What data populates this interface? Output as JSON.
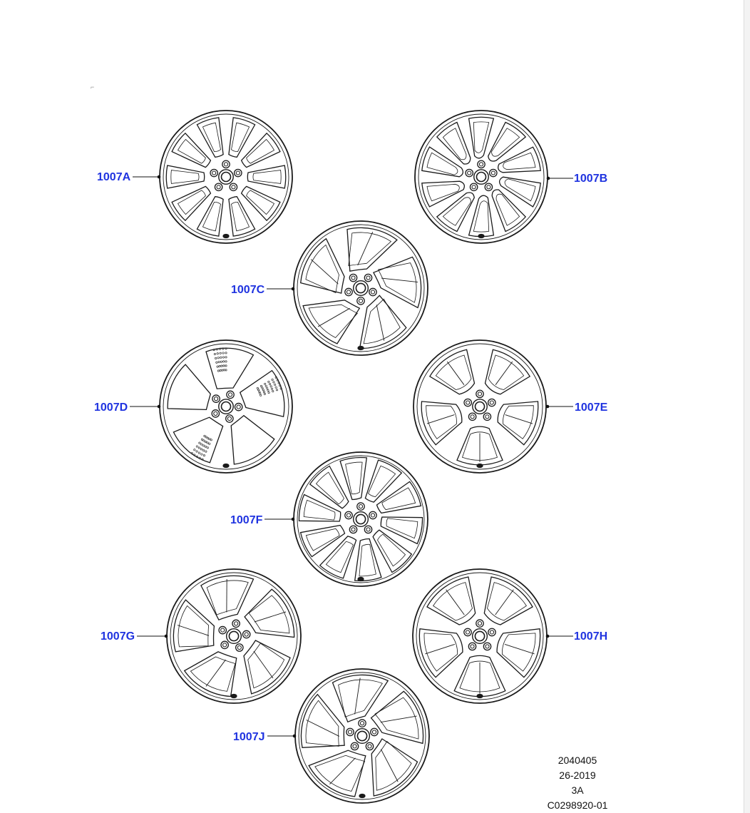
{
  "callouts": [
    {
      "id": "a",
      "label": "1007A"
    },
    {
      "id": "b",
      "label": "1007B"
    },
    {
      "id": "c",
      "label": "1007C"
    },
    {
      "id": "d",
      "label": "1007D"
    },
    {
      "id": "e",
      "label": "1007E"
    },
    {
      "id": "f",
      "label": "1007F"
    },
    {
      "id": "g",
      "label": "1007G"
    },
    {
      "id": "h",
      "label": "1007H"
    },
    {
      "id": "j",
      "label": "1007J"
    }
  ],
  "footer": {
    "line1": "2040405",
    "line2": "26-2019",
    "line3": "3A",
    "line4": "C0298920-01"
  },
  "colors": {
    "callout_text": "#1f33e0",
    "line_art": "#1a1a1a"
  }
}
